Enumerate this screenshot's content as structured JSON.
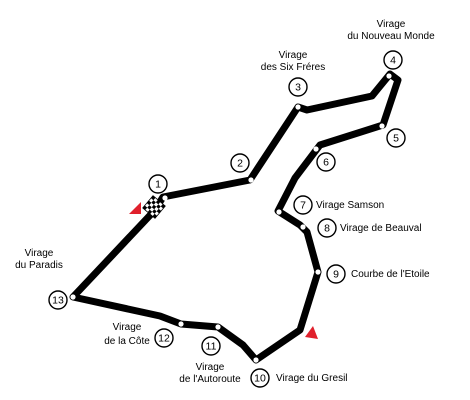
{
  "circuit": {
    "line_color": "#000000",
    "arrow_color": "#e0202c",
    "start_finish_icon": "checkered-flag-icon",
    "direction_icon": "direction-arrow-icon"
  },
  "corners": [
    {
      "number": "1",
      "name": []
    },
    {
      "number": "2",
      "name": []
    },
    {
      "number": "3",
      "name": [
        "Virage",
        "des Six Fréres"
      ]
    },
    {
      "number": "4",
      "name": [
        "Virage",
        "du Nouveau Monde"
      ]
    },
    {
      "number": "5",
      "name": []
    },
    {
      "number": "6",
      "name": []
    },
    {
      "number": "7",
      "name": [
        "Virage Samson"
      ]
    },
    {
      "number": "8",
      "name": [
        "Virage de Beauval"
      ]
    },
    {
      "number": "9",
      "name": [
        "Courbe de l'Etoile"
      ]
    },
    {
      "number": "10",
      "name": [
        "Virage du Gresil"
      ]
    },
    {
      "number": "11",
      "name": [
        "Virage",
        "de l'Autoroute"
      ]
    },
    {
      "number": "12",
      "name": [
        "Virage",
        "de la Côte"
      ]
    },
    {
      "number": "13",
      "name": [
        "Virage",
        "du Paradis"
      ]
    }
  ]
}
